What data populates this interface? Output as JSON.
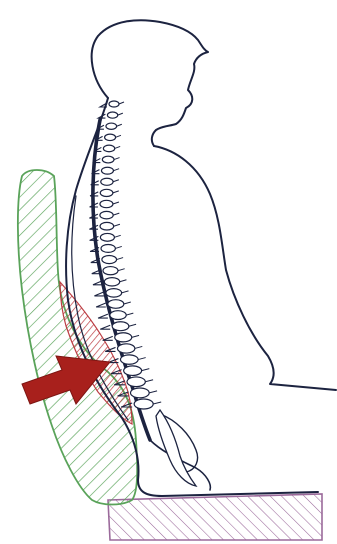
{
  "figure": {
    "colors": {
      "background": "#ffffff",
      "outline": "#1c2340",
      "backrest_hatch": "#5aa35a",
      "lumbar_gap_fill": "#c0474a",
      "arrow": "#a8201c",
      "seat_hatch": "#9b6a9b"
    },
    "parts": [
      "body-outline",
      "spine",
      "backrest-cushion",
      "lumbar-gap",
      "push-arrow-icon",
      "seat-cushion"
    ]
  }
}
